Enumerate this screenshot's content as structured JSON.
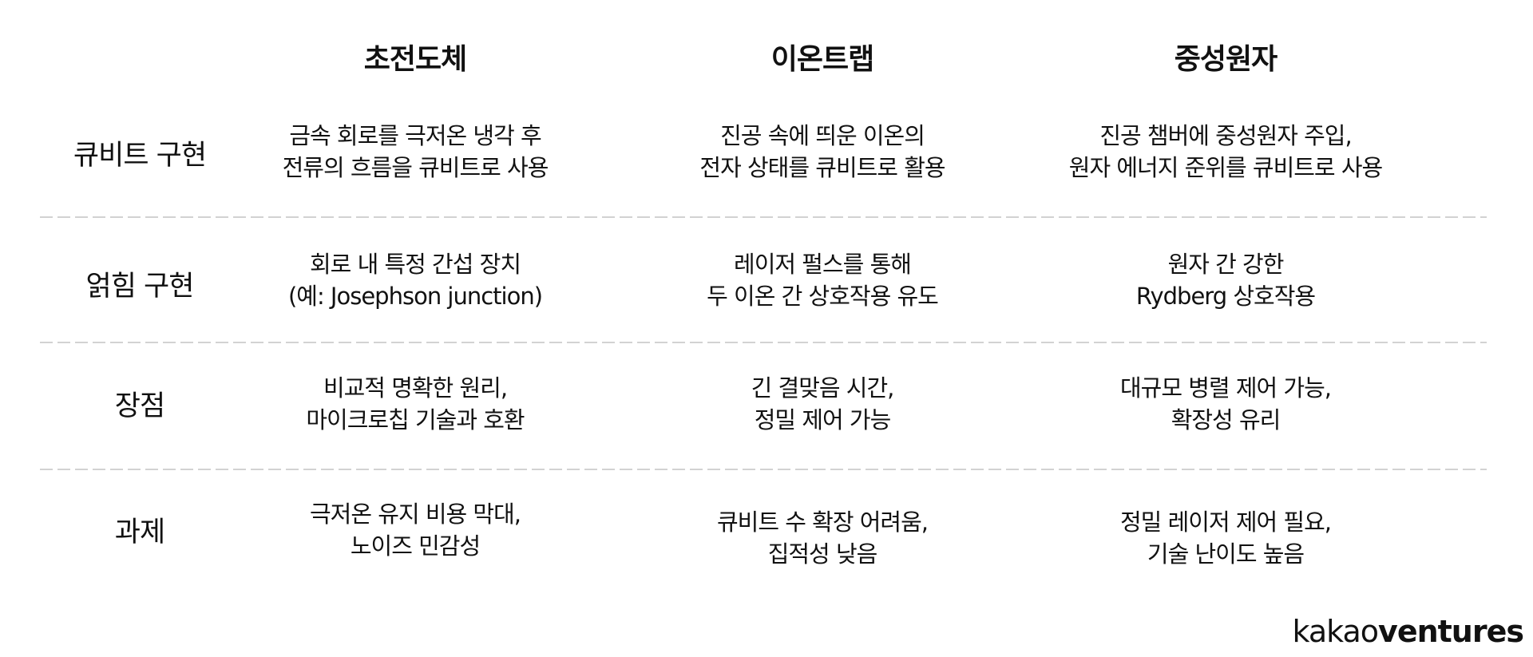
{
  "table": {
    "columns": [
      "초전도체",
      "이온트랩",
      "중성원자"
    ],
    "rows": [
      {
        "label": "큐비트 구현",
        "cells": [
          "금속 회로를 극저온 냉각 후\n전류의 흐름을 큐비트로 사용",
          "진공 속에 띄운 이온의\n전자 상태를 큐비트로 활용",
          "진공 챔버에 중성원자 주입,\n원자 에너지 준위를 큐비트로 사용"
        ]
      },
      {
        "label": "얽힘 구현",
        "cells": [
          "회로 내 특정 간섭 장치\n(예: Josephson junction)",
          "레이저 펄스를 통해\n두 이온 간 상호작용 유도",
          "원자 간 강한\nRydberg 상호작용"
        ]
      },
      {
        "label": "장점",
        "cells": [
          "비교적 명확한 원리,\n마이크로칩 기술과 호환",
          "긴 결맞음 시간,\n정밀 제어 가능",
          "대규모 병렬 제어 가능,\n확장성 유리"
        ]
      },
      {
        "label": "과제",
        "cells": [
          "극저온 유지 비용 막대,\n노이즈 민감성",
          "큐비트 수 확장 어려움,\n집적성 낮음",
          "정밀 레이저 제어 필요,\n기술 난이도 높음"
        ]
      }
    ]
  },
  "logo": {
    "light": "kakao",
    "bold": "ventures"
  },
  "colors": {
    "text": "#111111",
    "divider": "#d2d2d2",
    "background": "#ffffff"
  }
}
